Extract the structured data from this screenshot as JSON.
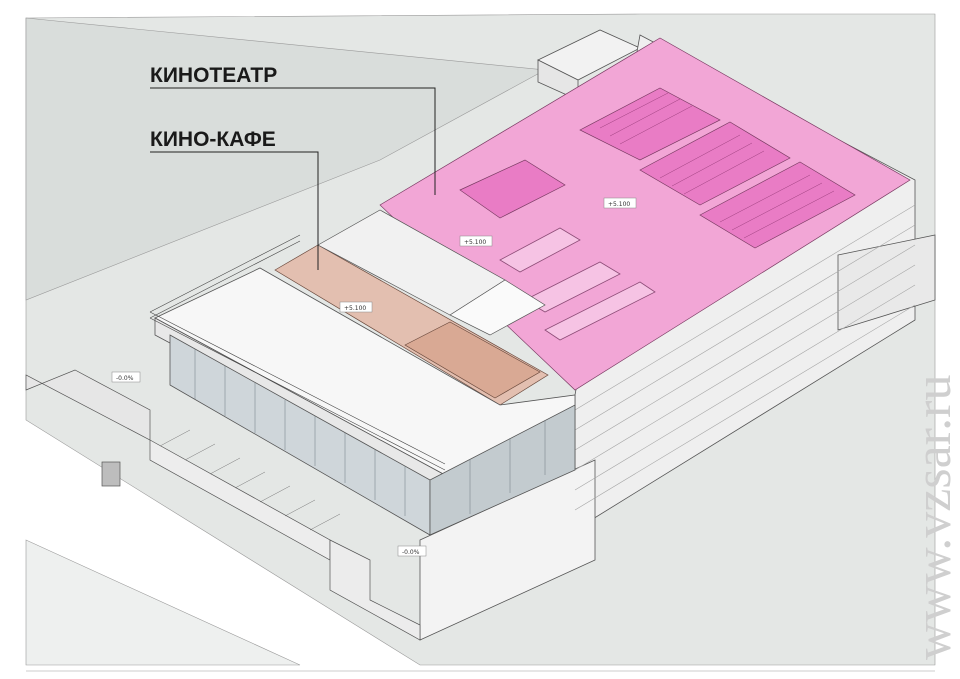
{
  "labels": {
    "cinema": "КИНОТЕАТР",
    "cafe": "КИНО-КАФЕ"
  },
  "levels": {
    "cafe": "+5.100",
    "cinema_a": "+5.100",
    "cinema_b": "+5.100",
    "ground_left": "-0.0%",
    "ground_bottom": "-0.0%"
  },
  "watermark": "www.vzsar.ru",
  "colors": {
    "cinema_zone": "#f2a6d6",
    "cinema_hall": "#e97cc5",
    "cafe_zone": "#e3bfb0",
    "ground": "#e4e7e5",
    "building": "#f4f4f4",
    "line": "#555555"
  }
}
